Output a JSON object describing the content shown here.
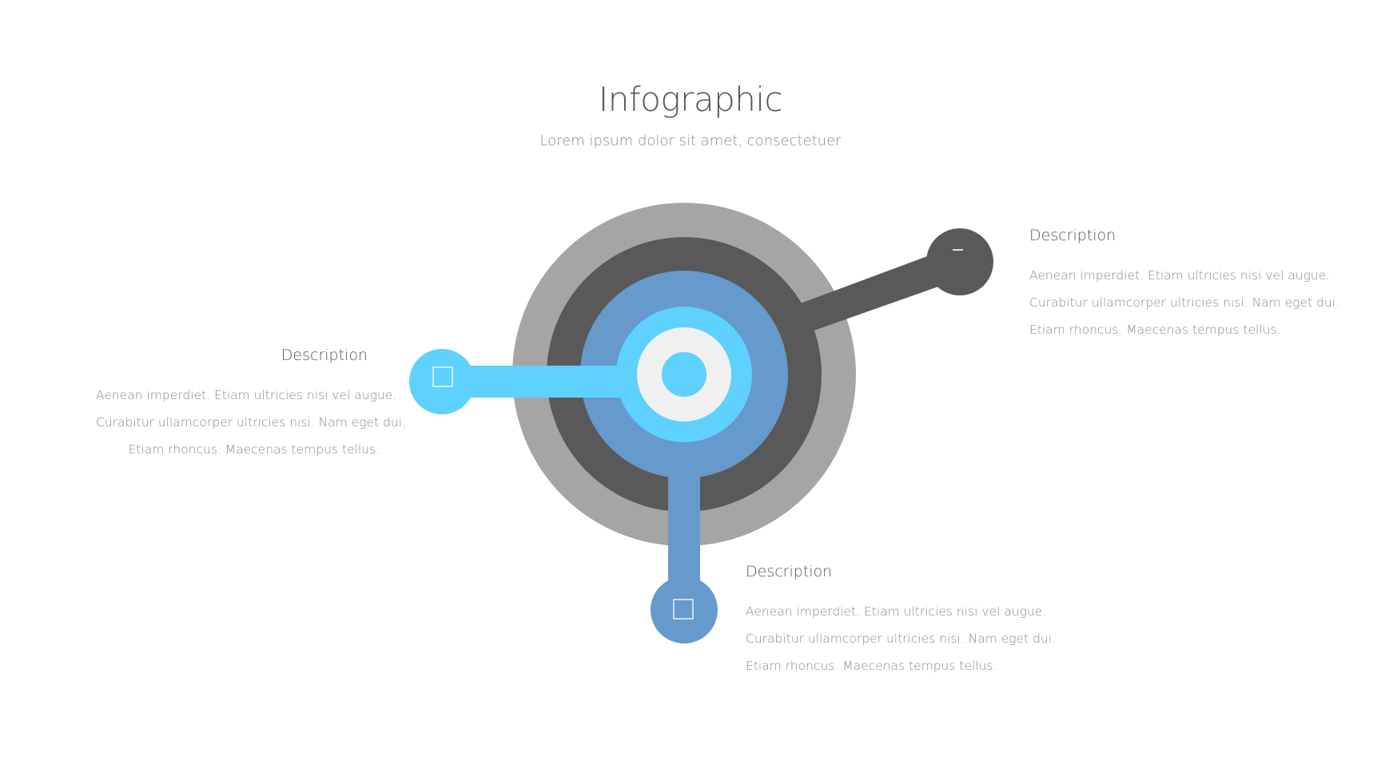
{
  "header": {
    "title": "Infographic",
    "subtitle": "Lorem ipsum dolor sit amet, consectetuer"
  },
  "colors": {
    "outer_ring": "#a5a5a5",
    "dark_ring": "#595959",
    "blue_ring": "#6699cc",
    "cyan": "#5ed1ff",
    "center_white": "#f0f0f0",
    "node_dark": "#595959"
  },
  "callouts": [
    {
      "id": "left",
      "heading": "Description",
      "lines": [
        "Aenean imperdiet. Etiam ultricies nisi vel augue.",
        "Curabitur ullamcorper ultricies nisi. Nam eget dui.",
        "Etiam rhoncus. Maecenas tempus tellus."
      ],
      "icon": "square-outline-icon"
    },
    {
      "id": "right",
      "heading": "Description",
      "lines": [
        "Aenean imperdiet. Etiam ultricies nisi vel augue.",
        "Curabitur ullamcorper ultricies nisi. Nam eget dui.",
        "Etiam rhoncus. Maecenas tempus tellus."
      ],
      "icon": "minus-icon"
    },
    {
      "id": "bottom",
      "heading": "Description",
      "lines": [
        "Aenean imperdiet. Etiam ultricies nisi vel augue.",
        "Curabitur ullamcorper ultricies nisi. Nam eget dui.",
        "Etiam rhoncus. Maecenas tempus tellus."
      ],
      "icon": "square-outline-icon"
    }
  ]
}
